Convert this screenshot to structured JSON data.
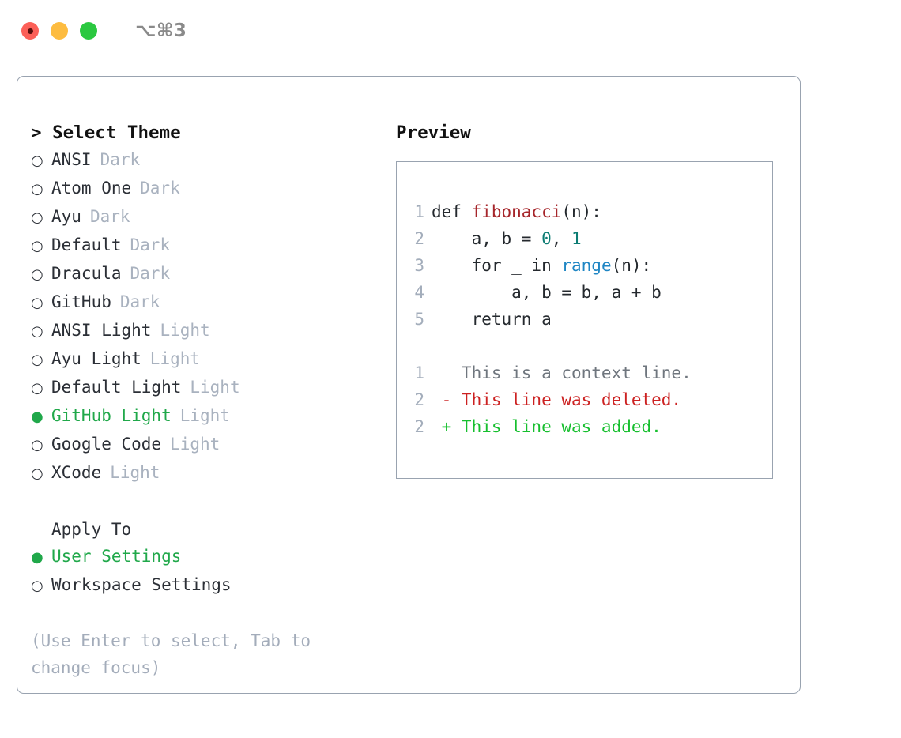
{
  "window": {
    "title_shortcut": "⌥⌘3",
    "traffic_lights": [
      {
        "name": "close-button",
        "color": "#fc6058"
      },
      {
        "name": "minimize-button",
        "color": "#fdbc40"
      },
      {
        "name": "maximize-button",
        "color": "#2bc840"
      }
    ]
  },
  "theme_picker": {
    "heading": "> Select Theme",
    "bullet_unselected": "○",
    "bullet_selected": "●",
    "items": [
      {
        "label": "ANSI",
        "badge": "Dark",
        "selected": false
      },
      {
        "label": "Atom One",
        "badge": "Dark",
        "selected": false
      },
      {
        "label": "Ayu",
        "badge": "Dark",
        "selected": false
      },
      {
        "label": "Default",
        "badge": "Dark",
        "selected": false
      },
      {
        "label": "Dracula",
        "badge": "Dark",
        "selected": false
      },
      {
        "label": "GitHub",
        "badge": "Dark",
        "selected": false
      },
      {
        "label": "ANSI Light",
        "badge": "Light",
        "selected": false
      },
      {
        "label": "Ayu Light",
        "badge": "Light",
        "selected": false
      },
      {
        "label": "Default Light",
        "badge": "Light",
        "selected": false
      },
      {
        "label": "GitHub Light",
        "badge": "Light",
        "selected": true
      },
      {
        "label": "Google Code",
        "badge": "Light",
        "selected": false
      },
      {
        "label": "XCode",
        "badge": "Light",
        "selected": false
      }
    ]
  },
  "apply_to": {
    "heading": "Apply To",
    "items": [
      {
        "label": "User Settings",
        "selected": true
      },
      {
        "label": "Workspace Settings",
        "selected": false
      }
    ]
  },
  "hint": "(Use Enter to select, Tab to change focus)",
  "preview": {
    "title": "Preview",
    "code_lines": [
      {
        "num": "1",
        "segments": [
          {
            "text": "def ",
            "kind": "plain"
          },
          {
            "text": "fibonacci",
            "kind": "fn"
          },
          {
            "text": "(n):",
            "kind": "plain"
          }
        ]
      },
      {
        "num": "2",
        "segments": [
          {
            "text": "    a, b = ",
            "kind": "plain"
          },
          {
            "text": "0",
            "kind": "num"
          },
          {
            "text": ", ",
            "kind": "plain"
          },
          {
            "text": "1",
            "kind": "num"
          }
        ]
      },
      {
        "num": "3",
        "segments": [
          {
            "text": "    for _ in ",
            "kind": "plain"
          },
          {
            "text": "range",
            "kind": "builtin"
          },
          {
            "text": "(n):",
            "kind": "plain"
          }
        ]
      },
      {
        "num": "4",
        "segments": [
          {
            "text": "        a, b = b, a + b",
            "kind": "plain"
          }
        ]
      },
      {
        "num": "5",
        "segments": [
          {
            "text": "    return a",
            "kind": "plain"
          }
        ]
      }
    ],
    "diff_lines": [
      {
        "num": "1",
        "segments": [
          {
            "text": "   This is a context line.",
            "kind": "ctx"
          }
        ]
      },
      {
        "num": "2",
        "segments": [
          {
            "text": " - This line was deleted.",
            "kind": "del"
          }
        ]
      },
      {
        "num": "2",
        "segments": [
          {
            "text": " + This line was added.",
            "kind": "add"
          }
        ]
      }
    ]
  },
  "colors": {
    "panel_border": "#99a3b0",
    "accent_green": "#20a84a",
    "muted": "#a9b2bf",
    "fn_red": "#a6262b",
    "num_teal": "#0c7c73",
    "builtin_blue": "#1f86c4",
    "diff_add": "#16bf2e",
    "diff_del": "#cc2121"
  }
}
